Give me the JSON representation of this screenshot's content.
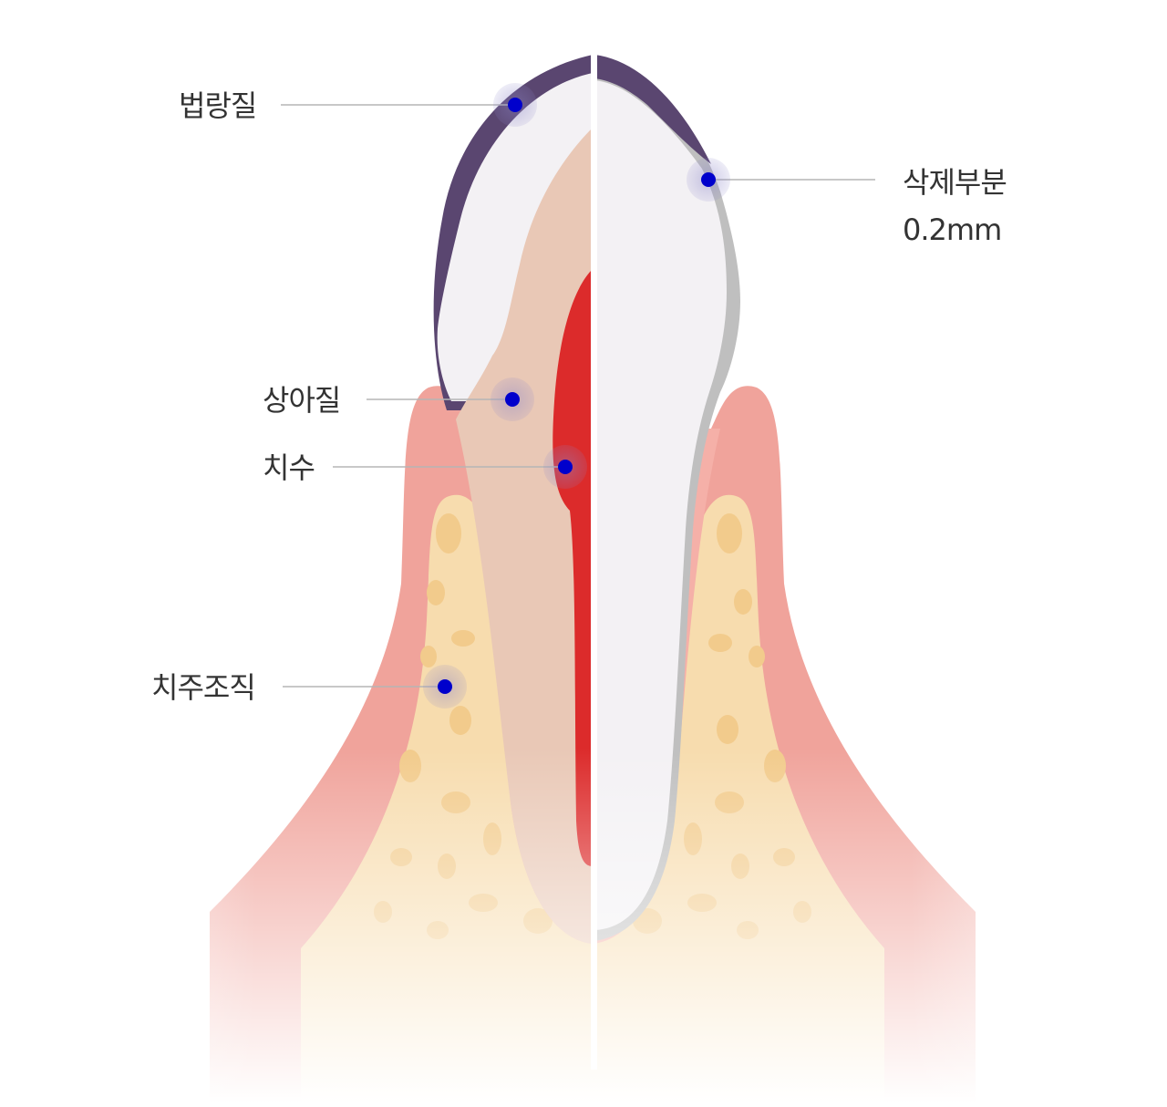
{
  "labels": {
    "enamel": "법랑질",
    "dentin": "상아질",
    "pulp": "치수",
    "periodontium": "치주조직",
    "removed_part": "삭제부분",
    "removed_amount": "0.2mm"
  },
  "colors": {
    "enamel": "#5a4670",
    "dentin": "#e9c8b6",
    "pulp": "#dc2b2b",
    "crown_white": "#f3f1f4",
    "gum": "#f0a39b",
    "gum_inner": "#f5b0a8",
    "bone": "#f7dcae",
    "bone_spot": "#f2cb8c",
    "trimmed": "#bfbfbf",
    "marker": "#0000cc",
    "leader_line": "#b5b5b5"
  }
}
